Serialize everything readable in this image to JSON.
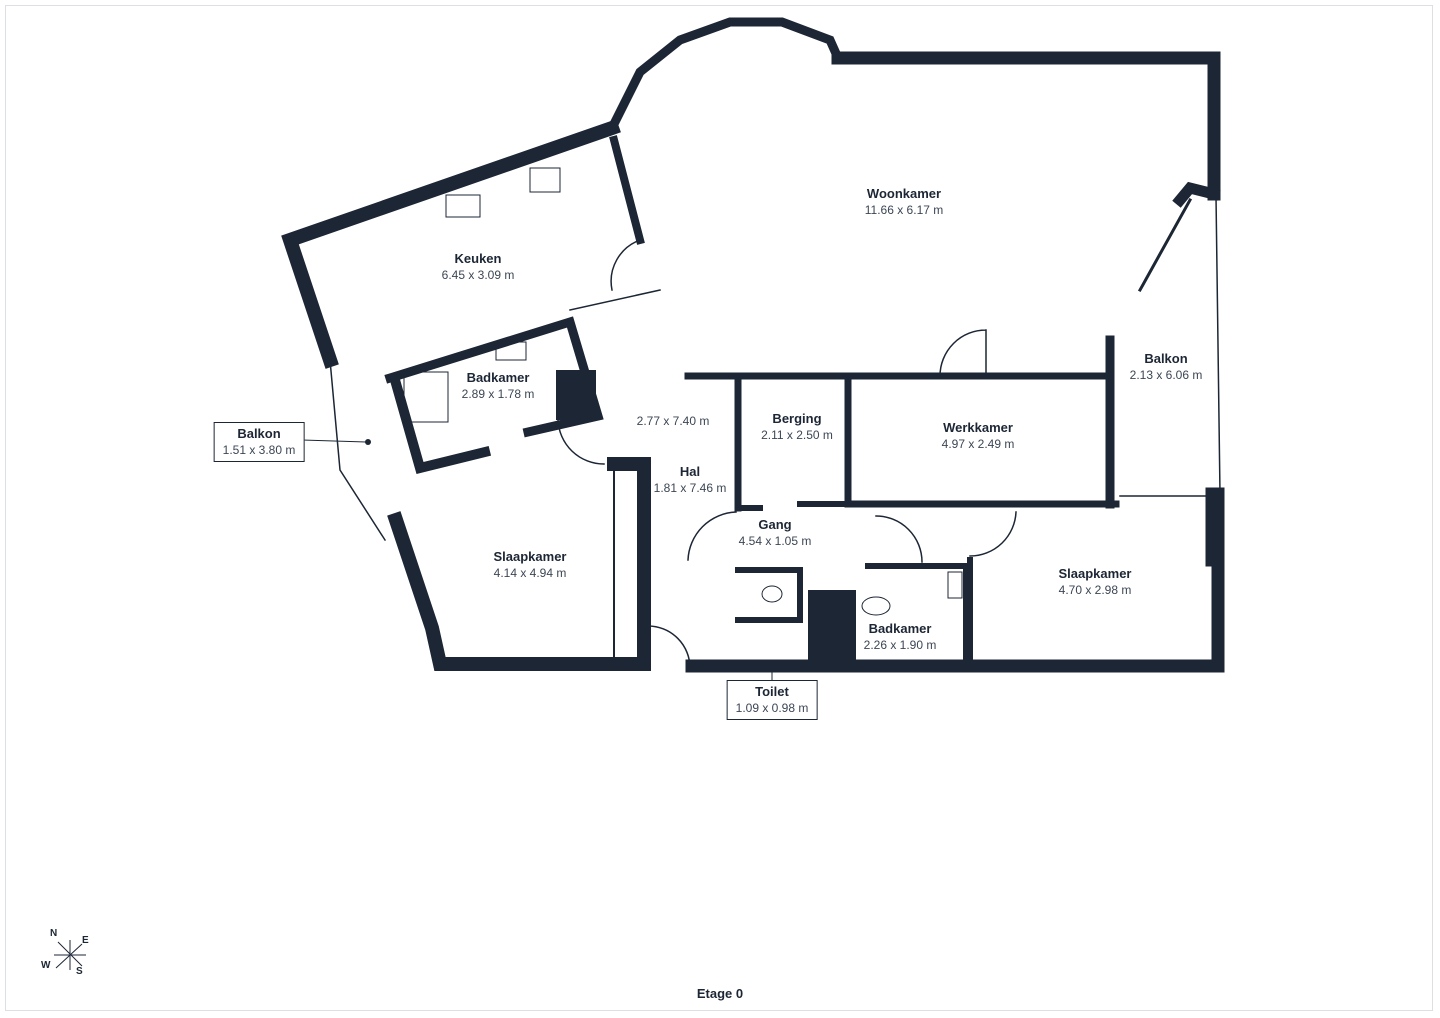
{
  "floor_label": "Etage 0",
  "compass": {
    "n": "N",
    "e": "E",
    "s": "S",
    "w": "W"
  },
  "colors": {
    "wall": "#1c2634",
    "text": "#1c2634",
    "frame": "#dcdfe3"
  },
  "rooms": {
    "woonkamer": {
      "name": "Woonkamer",
      "dim": "11.66 x 6.17 m"
    },
    "keuken": {
      "name": "Keuken",
      "dim": "6.45 x 3.09 m"
    },
    "badkamer_1": {
      "name": "Badkamer",
      "dim": "2.89 x 1.78 m"
    },
    "balkon_left": {
      "name": "Balkon",
      "dim": "1.51 x 3.80 m"
    },
    "hal_extra": {
      "dim": "2.77 x 7.40 m"
    },
    "hal": {
      "name": "Hal",
      "dim": "1.81 x 7.46 m"
    },
    "berging": {
      "name": "Berging",
      "dim": "2.11 x 2.50 m"
    },
    "werkkamer": {
      "name": "Werkkamer",
      "dim": "4.97 x 2.49 m"
    },
    "balkon_right": {
      "name": "Balkon",
      "dim": "2.13 x 6.06 m"
    },
    "gang": {
      "name": "Gang",
      "dim": "4.54 x 1.05 m"
    },
    "slaapkamer_1": {
      "name": "Slaapkamer",
      "dim": "4.14 x 4.94 m"
    },
    "slaapkamer_2": {
      "name": "Slaapkamer",
      "dim": "4.70 x 2.98 m"
    },
    "badkamer_2": {
      "name": "Badkamer",
      "dim": "2.26 x 1.90 m"
    },
    "toilet": {
      "name": "Toilet",
      "dim": "1.09 x 0.98 m"
    }
  }
}
